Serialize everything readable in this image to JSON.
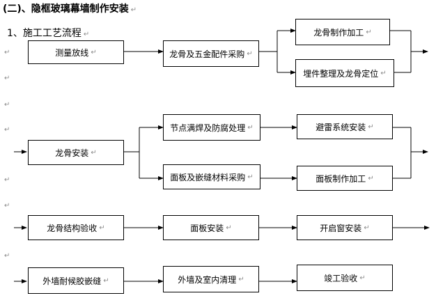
{
  "heading": "(二)、隐框玻璃幕墙制作安装",
  "subheading": "1、施工工艺流程",
  "para_mark": "↵",
  "boxes": {
    "measure": "测量放线",
    "purchase_keel": "龙骨及五金配件采购",
    "keel_make": "龙骨制作加工",
    "embed_position": "埋件整理及龙骨定位",
    "keel_install": "龙骨安装",
    "weld_antirust": "节点满焊及防腐处理",
    "lightning": "避雷系统安装",
    "panel_purchase": "面板及嵌缝材料采购",
    "panel_make": "面板制作加工",
    "keel_inspect": "龙骨结构验收",
    "panel_install": "面板安装",
    "window_install": "开启窗安装",
    "seal": "外墙耐候胶嵌缝",
    "clean": "外墙及室内清理",
    "acceptance": "竣工验收"
  }
}
